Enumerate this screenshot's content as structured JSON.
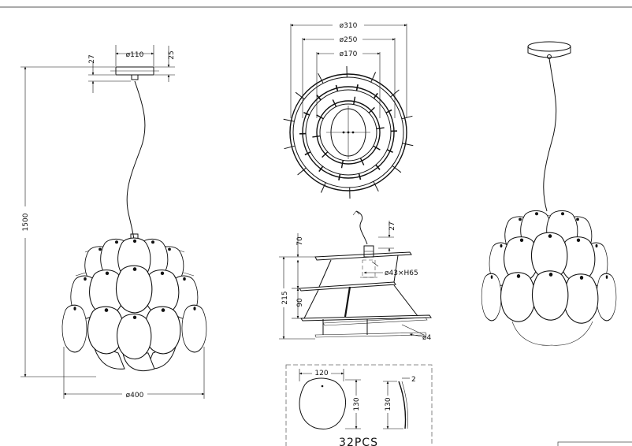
{
  "dimensions": {
    "front_view": {
      "canopy_diameter": "ø110",
      "canopy_height": "25",
      "canopy_offset": "27",
      "total_height": "1500",
      "shade_diameter": "ø400"
    },
    "top_view": {
      "outer_ring": "ø310",
      "middle_ring": "ø250",
      "inner_ring": "ø170"
    },
    "section_view": {
      "cord_drop": "27",
      "top_height": "70",
      "tier_height": "90",
      "total_height": "215",
      "socket": "ø43×H65",
      "wire": "ø4"
    },
    "petal_detail": {
      "width": "120",
      "height": "130",
      "side_height": "130",
      "thickness": "2",
      "quantity": "32PCS"
    }
  },
  "colors": {
    "line": "#111111",
    "background": "#ffffff",
    "frame": "#666666"
  }
}
